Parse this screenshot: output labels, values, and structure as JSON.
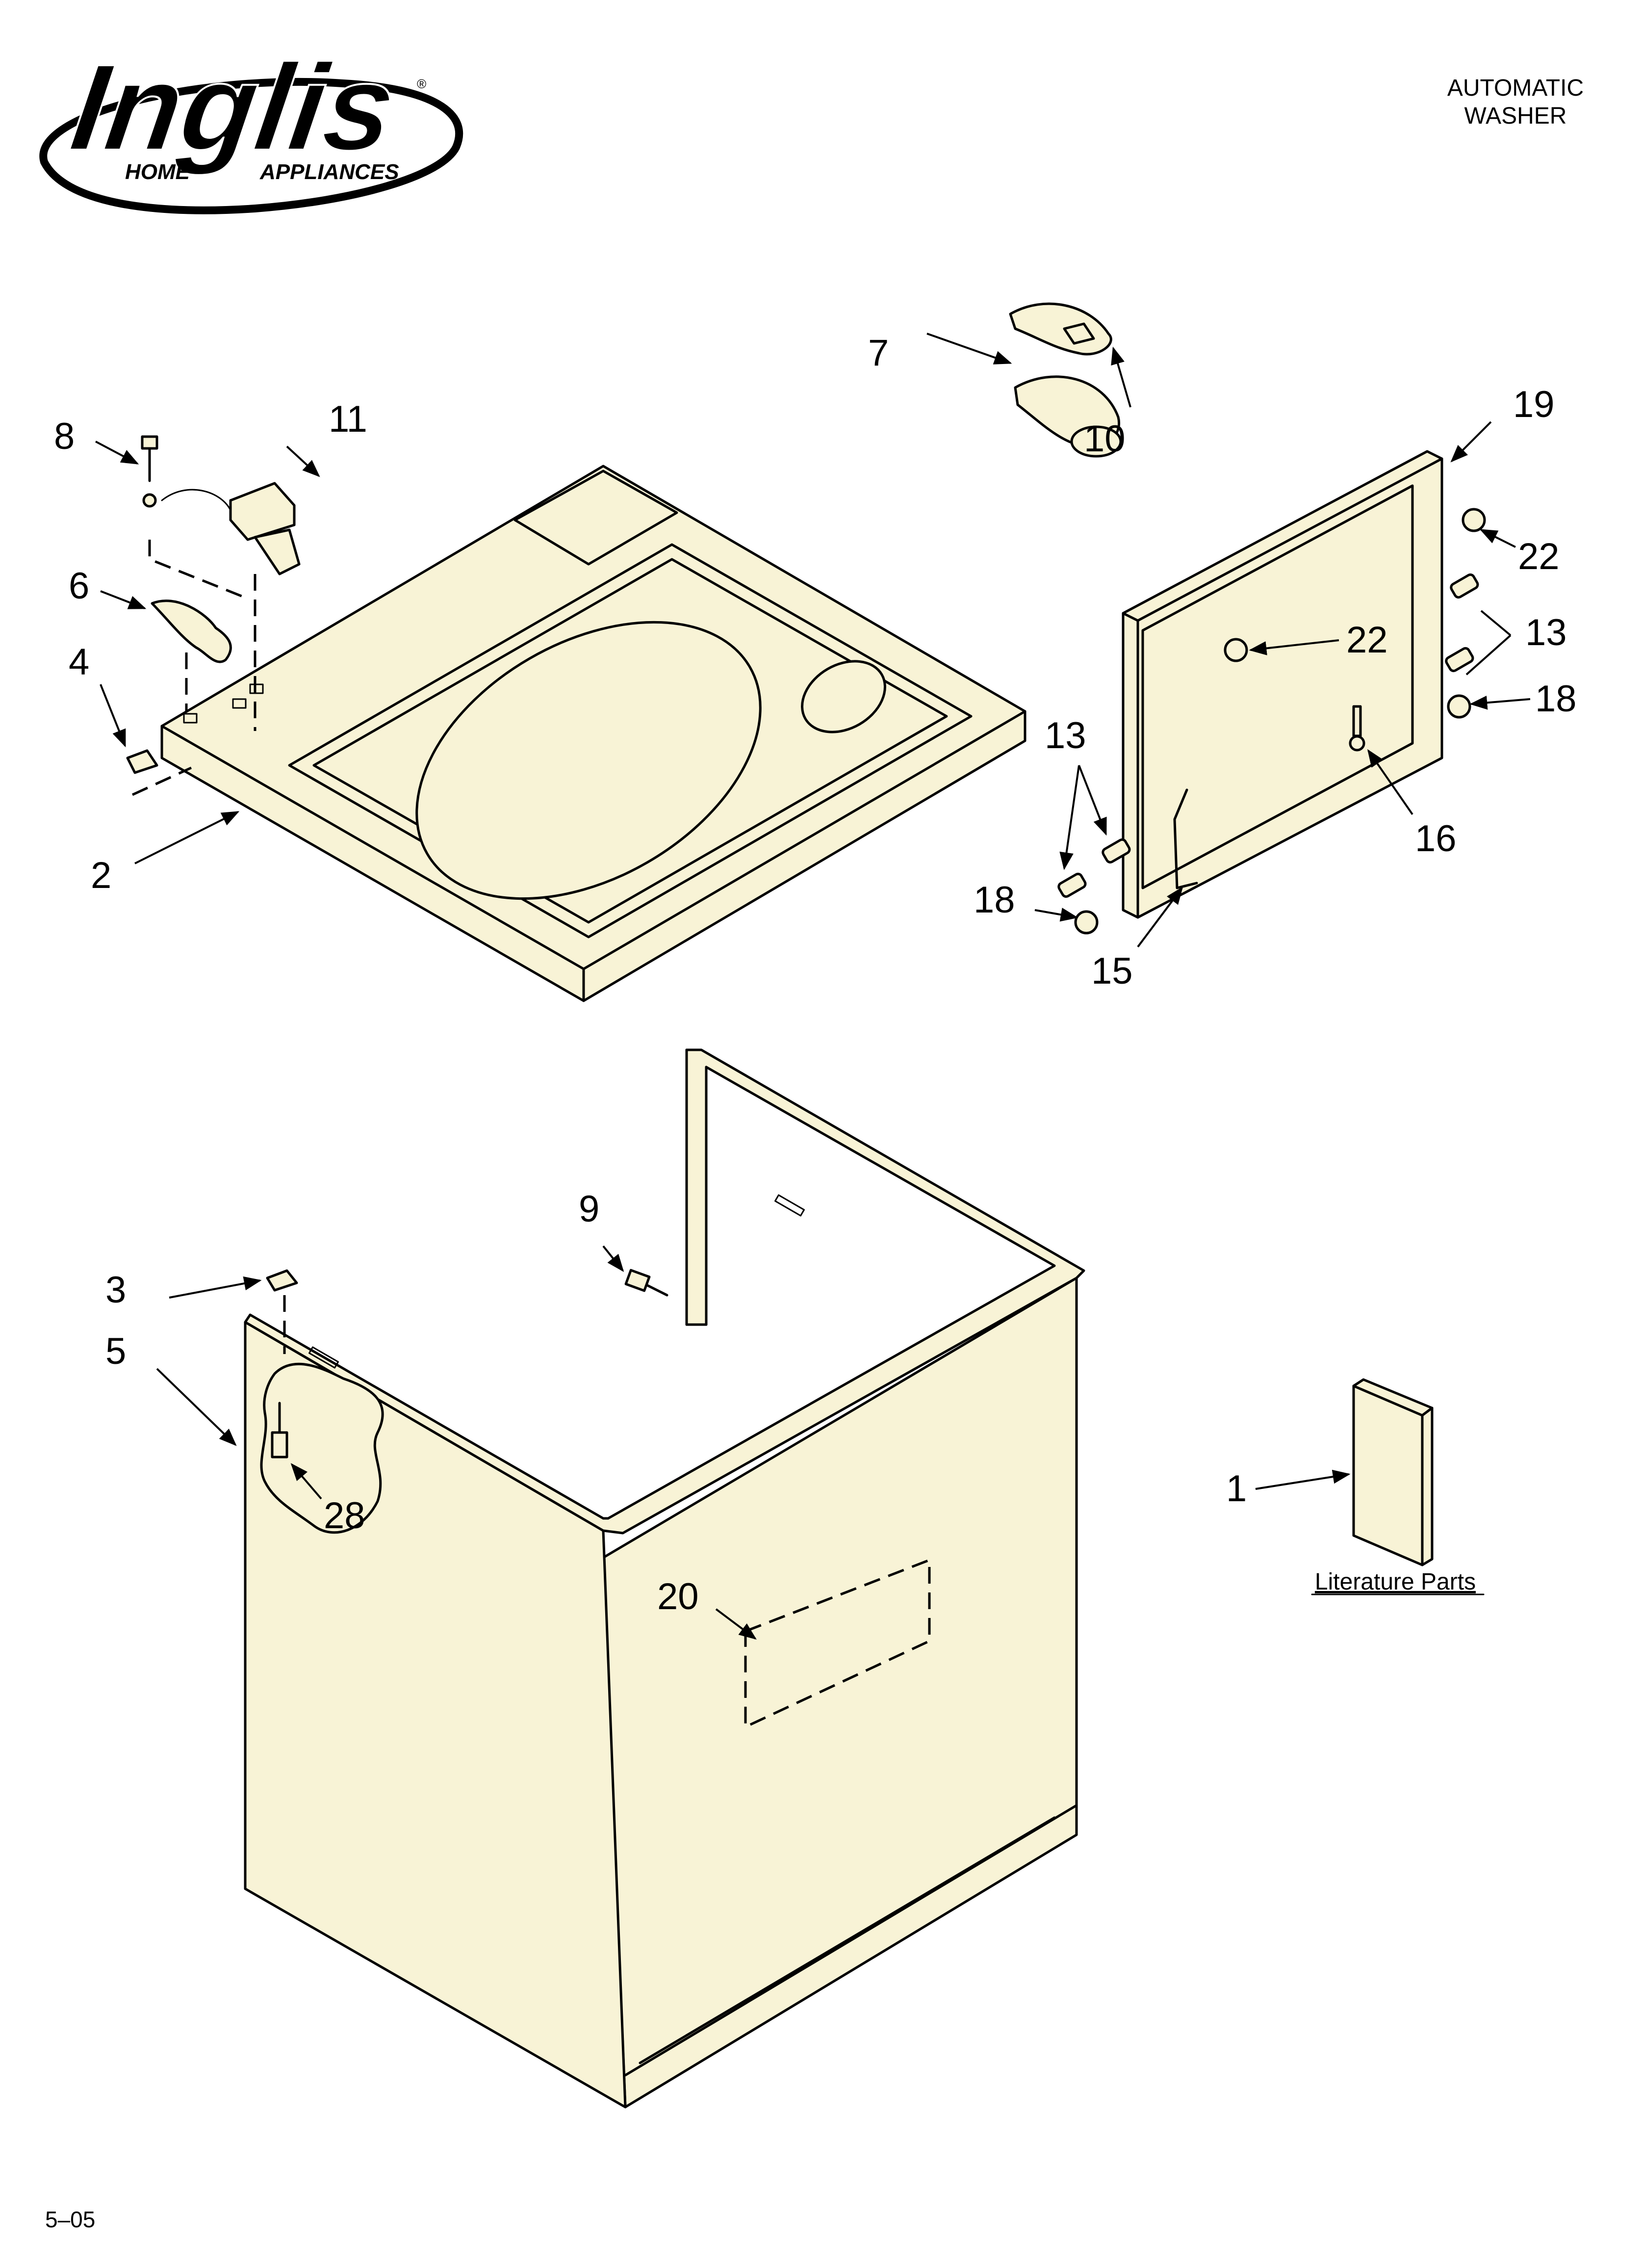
{
  "brand": {
    "name": "Inglis",
    "tagline_left": "HOME",
    "tagline_right": "APPLIANCES",
    "registered": "®"
  },
  "header": {
    "line1": "AUTOMATIC",
    "line2": "WASHER"
  },
  "callouts": {
    "c1": "1",
    "c2": "2",
    "c3": "3",
    "c4": "4",
    "c5": "5",
    "c6": "6",
    "c7": "7",
    "c8": "8",
    "c9": "9",
    "c10": "10",
    "c11": "11",
    "c13a": "13",
    "c13b": "13",
    "c15": "15",
    "c16": "16",
    "c18a": "18",
    "c18b": "18",
    "c19": "19",
    "c20": "20",
    "c22a": "22",
    "c22b": "22",
    "c28": "28"
  },
  "literature": "Literature Parts",
  "footer": {
    "code": "5–05"
  },
  "colors": {
    "part_fill": "#f8f3d6",
    "line": "#000000"
  }
}
